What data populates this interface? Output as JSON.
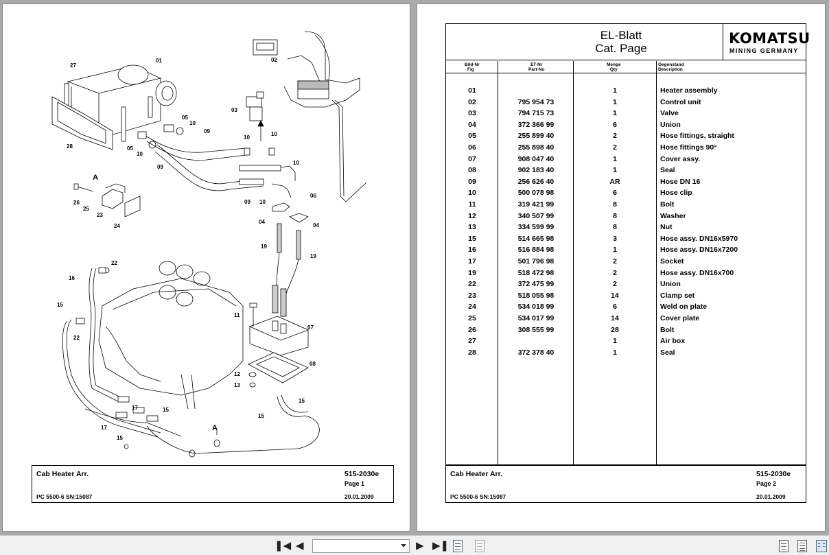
{
  "page1": {
    "callouts": {
      "c27": "27",
      "c01": "01",
      "c02": "02",
      "c03": "03",
      "c28": "28",
      "c05a": "05",
      "c10a": "10",
      "c05b": "05",
      "c10b": "10",
      "c09a": "09",
      "c10c": "10",
      "c10d": "10",
      "c09b": "09",
      "c10e": "10",
      "cA1": "A",
      "c26": "26",
      "c25": "25",
      "c23": "23",
      "c24": "24",
      "c09c": "09",
      "c10f": "10",
      "c06": "06",
      "c04a": "04",
      "c04b": "04",
      "c19a": "19",
      "c19b": "19",
      "c22a": "22",
      "c16": "16",
      "c15a": "15",
      "c22b": "22",
      "c11": "11",
      "c07": "07",
      "c08": "08",
      "c12": "12",
      "c13": "13",
      "c15b": "15",
      "c15c": "15",
      "c17a": "17",
      "c15d": "15",
      "c17b": "17",
      "c15e": "15",
      "cA2": "A"
    },
    "title_block": {
      "title": "Cab Heater Arr.",
      "model": "PC 5500-6 SN:15087",
      "doc_no": "515-2030e",
      "page": "Page 1",
      "date": "20.01.2009"
    }
  },
  "page2": {
    "sheet_title_line1": "EL-Blatt",
    "sheet_title_line2": "Cat. Page",
    "logo": {
      "main": "KOMATSU",
      "sub": "MINING GERMANY"
    },
    "columns": {
      "fig_de": "Bild-Nr",
      "fig_en": "Fig",
      "part_de": "ET-Nr",
      "part_en": "Part-No",
      "qty_de": "Menge",
      "qty_en": "Qty",
      "desc_de": "Gegenstand",
      "desc_en": "Description"
    },
    "rows": [
      {
        "fig": "01",
        "part": "",
        "qty": "1",
        "desc": "Heater assembly"
      },
      {
        "fig": "02",
        "part": "795 954 73",
        "qty": "1",
        "desc": "Control unit"
      },
      {
        "fig": "03",
        "part": "794 715 73",
        "qty": "1",
        "desc": "Valve"
      },
      {
        "fig": "04",
        "part": "372 366 99",
        "qty": "6",
        "desc": "Union"
      },
      {
        "fig": "05",
        "part": "255 899 40",
        "qty": "2",
        "desc": "Hose fittings, straight"
      },
      {
        "fig": "06",
        "part": "255 898 40",
        "qty": "2",
        "desc": "Hose fittings 90°"
      },
      {
        "fig": "07",
        "part": "908 047 40",
        "qty": "1",
        "desc": "Cover assy."
      },
      {
        "fig": "08",
        "part": "902 183 40",
        "qty": "1",
        "desc": "Seal"
      },
      {
        "fig": "09",
        "part": "256 626 40",
        "qty": "AR",
        "desc": "Hose DN 16"
      },
      {
        "fig": "10",
        "part": "500 078 98",
        "qty": "6",
        "desc": "Hose clip"
      },
      {
        "fig": "11",
        "part": "319 421 99",
        "qty": "8",
        "desc": "Bolt"
      },
      {
        "fig": "12",
        "part": "340 507 99",
        "qty": "8",
        "desc": "Washer"
      },
      {
        "fig": "13",
        "part": "334 599 99",
        "qty": "8",
        "desc": "Nut"
      },
      {
        "fig": "15",
        "part": "514 665 98",
        "qty": "3",
        "desc": "Hose assy. DN16x5970"
      },
      {
        "fig": "16",
        "part": "516 884 98",
        "qty": "1",
        "desc": "Hose assy. DN16x7200"
      },
      {
        "fig": "17",
        "part": "501 796 98",
        "qty": "2",
        "desc": "Socket"
      },
      {
        "fig": "19",
        "part": "518 472 98",
        "qty": "2",
        "desc": "Hose assy. DN16x700"
      },
      {
        "fig": "22",
        "part": "372 475 99",
        "qty": "2",
        "desc": "Union"
      },
      {
        "fig": "23",
        "part": "518 055 98",
        "qty": "14",
        "desc": "Clamp set"
      },
      {
        "fig": "24",
        "part": "534 018 99",
        "qty": "6",
        "desc": "Weld on plate"
      },
      {
        "fig": "25",
        "part": "534 017 99",
        "qty": "14",
        "desc": "Cover plate"
      },
      {
        "fig": "26",
        "part": "308 555 99",
        "qty": "28",
        "desc": "Bolt"
      },
      {
        "fig": "27",
        "part": "",
        "qty": "1",
        "desc": "Air box"
      },
      {
        "fig": "28",
        "part": "372 378 40",
        "qty": "1",
        "desc": "Seal"
      }
    ],
    "title_block": {
      "title": "Cab Heater Arr.",
      "model": "PC 5500-6 SN:15087",
      "doc_no": "515-2030e",
      "page": "Page 2",
      "date": "20.01.2009"
    }
  },
  "toolbar": {
    "first_icon": "first-page-icon",
    "prev_icon": "previous-page-icon",
    "next_icon": "next-page-icon",
    "last_icon": "last-page-icon",
    "page_select_value": ""
  }
}
